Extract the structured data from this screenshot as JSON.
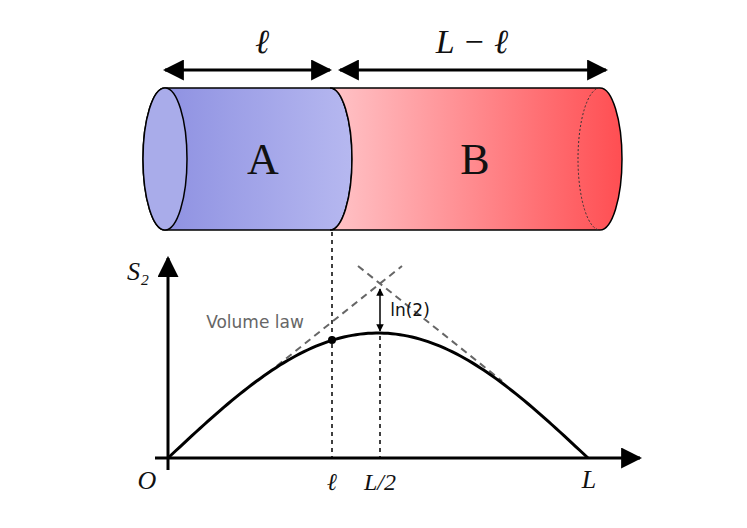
{
  "diagram": {
    "nodes": [
      {
        "text": [
          "A"
        ]
      },
      {
        "text": [
          "B"
        ]
      }
    ],
    "labels": [
      "ℓ",
      "L − ℓ",
      "S₂",
      "Volume law",
      "ln(2)",
      "O",
      "ℓ",
      "L/2",
      "L"
    ]
  }
}
